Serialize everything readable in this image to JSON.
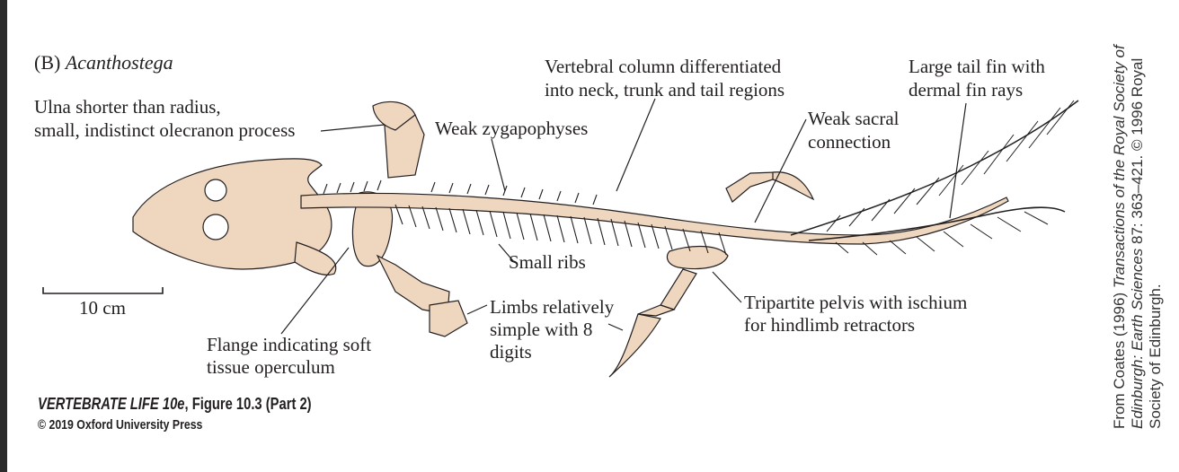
{
  "panel": {
    "letter": "(B)",
    "taxon": "Acanthostega"
  },
  "labels": {
    "ulna_line1": "Ulna shorter than radius,",
    "ulna_line2": "small, indistinct olecranon process",
    "zygapophyses": "Weak zygapophyses",
    "vertebral_line1": "Vertebral column differentiated",
    "vertebral_line2": "into neck, trunk and tail regions",
    "tailfin_line1": "Large tail fin with",
    "tailfin_line2": "dermal fin rays",
    "sacral_line1": "Weak sacral",
    "sacral_line2": "connection",
    "ribs": "Small ribs",
    "limbs_line1": "Limbs relatively",
    "limbs_line2": "simple with 8",
    "limbs_line3": "digits",
    "pelvis_line1": "Tripartite pelvis with ischium",
    "pelvis_line2": "for hindlimb retractors",
    "flange_line1": "Flange indicating soft",
    "flange_line2": "tissue operculum"
  },
  "scale_bar": {
    "label": "10 cm"
  },
  "credit": {
    "line1_plain": "From Coates (1996) ",
    "line1_italic": "Transactions of the Royal Society of",
    "line2_italic": "Edinburgh: Earth Sciences",
    "line2_plain": " 87: 363–421. © 1996 Royal",
    "line3": "Society of Edinburgh."
  },
  "caption": {
    "book": "VERTEBRATE LIFE 10e",
    "figure": ", Figure 10.3 (Part 2)",
    "copyright": "© 2019 Oxford University Press"
  },
  "colors": {
    "bone": "#efd6bf",
    "outline": "#231f20",
    "background": "#ffffff"
  }
}
